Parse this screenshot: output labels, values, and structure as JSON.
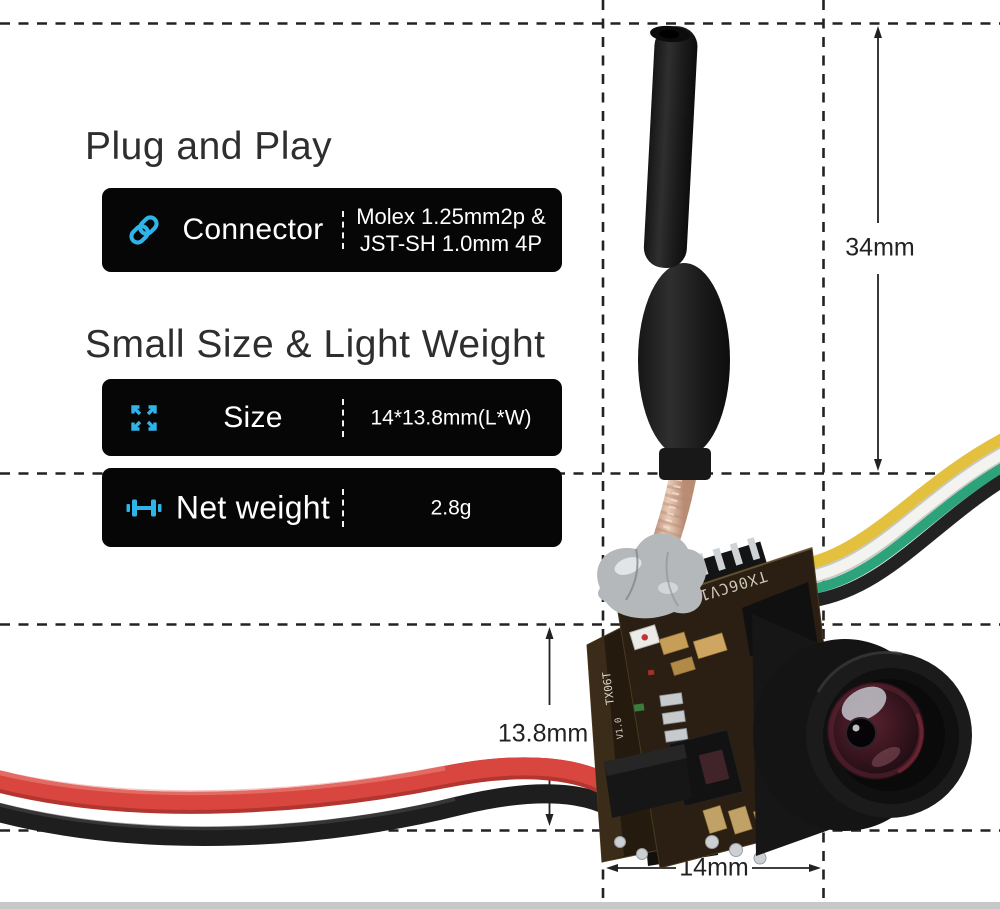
{
  "titles": {
    "section1": "Plug and Play",
    "section2": "Small Size & Light Weight"
  },
  "specs": [
    {
      "icon": "link-icon",
      "label": "Connector",
      "line1": "Molex 1.25mm2p &",
      "line2": "JST-SH 1.0mm 4P"
    },
    {
      "icon": "expand-icon",
      "label": "Size",
      "line1": "14*13.8mm(L*W)"
    },
    {
      "icon": "dumbbell-icon",
      "label": "Net weight",
      "line1": "2.8g"
    }
  ],
  "dimensions": {
    "antenna_height": "34mm",
    "board_height": "13.8mm",
    "board_width": "14mm"
  },
  "product": {
    "silkscreen_front": "TX06CV1.0",
    "silkscreen_side_model": "TX06T",
    "silkscreen_side_version": "V1.0"
  },
  "colors": {
    "accent": "#2fb4e9",
    "box_bg": "#060606",
    "guide": "#222222",
    "wire_red": "#d9463f",
    "wire_black": "#1e1e1e",
    "wire_yellow": "#e3c13f",
    "wire_white": "#f3f3ef",
    "wire_green": "#2da37b",
    "coax_braid": "#d9bcab"
  }
}
